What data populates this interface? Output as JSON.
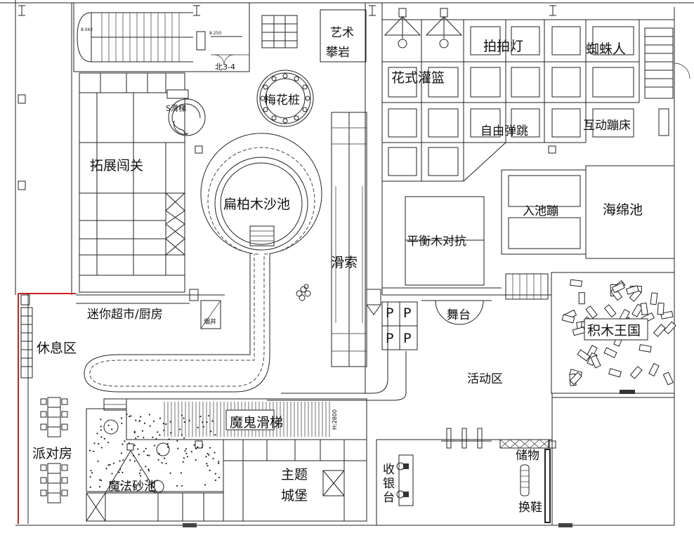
{
  "labels": {
    "art_climb_1": "艺术",
    "art_climb_2": "攀岩",
    "plum_pile": "梅花桩",
    "s_slide": "S滑梯",
    "expansion": "拓展闯关",
    "cedar_sandpit": "扁柏木沙池",
    "zipline": "滑索",
    "fancy_basket": "花式灌篮",
    "pat_light": "拍拍灯",
    "spiderman": "蜘蛛人",
    "free_bounce": "自由弹跳",
    "interactive_trampoline": "互动蹦床",
    "pool_bounce": "入池蹦",
    "sponge_pool": "海绵池",
    "balance_beam": "平衡木对抗",
    "stage": "舞台",
    "building_blocks": "积木王国",
    "mini_market": "迷你超市/厨房",
    "rest_area": "休息区",
    "party_room": "派对房",
    "activity_area": "活动区",
    "magic_slide": "魔鬼滑梯",
    "magic_sandpit": "魔法砂池",
    "theme_castle_1": "主题",
    "theme_castle_2": "城堡",
    "cashier_1": "收",
    "cashier_2": "银",
    "cashier_3": "台",
    "storage": "储物",
    "shoe_change": "换鞋",
    "chimney": "烟井",
    "axis": "北3-4",
    "elevation": "H:2800",
    "level_1": "8.042",
    "level_2": "8.250"
  },
  "parking": [
    "P",
    "P",
    "P",
    "P"
  ]
}
